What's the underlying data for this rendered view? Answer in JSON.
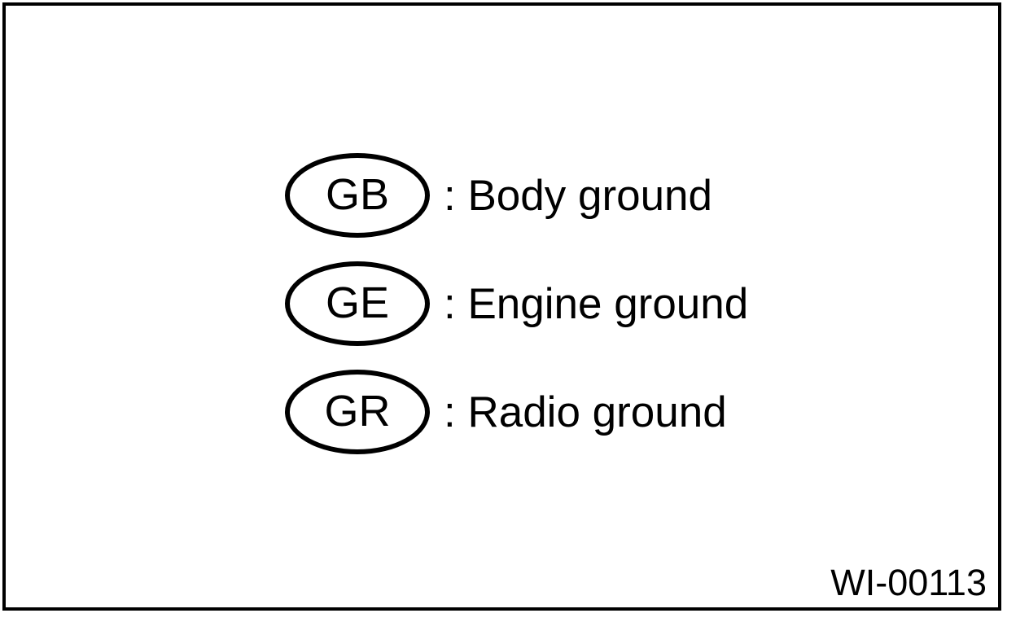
{
  "figure": {
    "code": "WI-00113",
    "colors": {
      "line": "#000000",
      "background": "#ffffff"
    },
    "legend_items": [
      {
        "symbol": "GB",
        "label": ": Body ground"
      },
      {
        "symbol": "GE",
        "label": ": Engine ground"
      },
      {
        "symbol": "GR",
        "label": ": Radio ground"
      }
    ]
  }
}
